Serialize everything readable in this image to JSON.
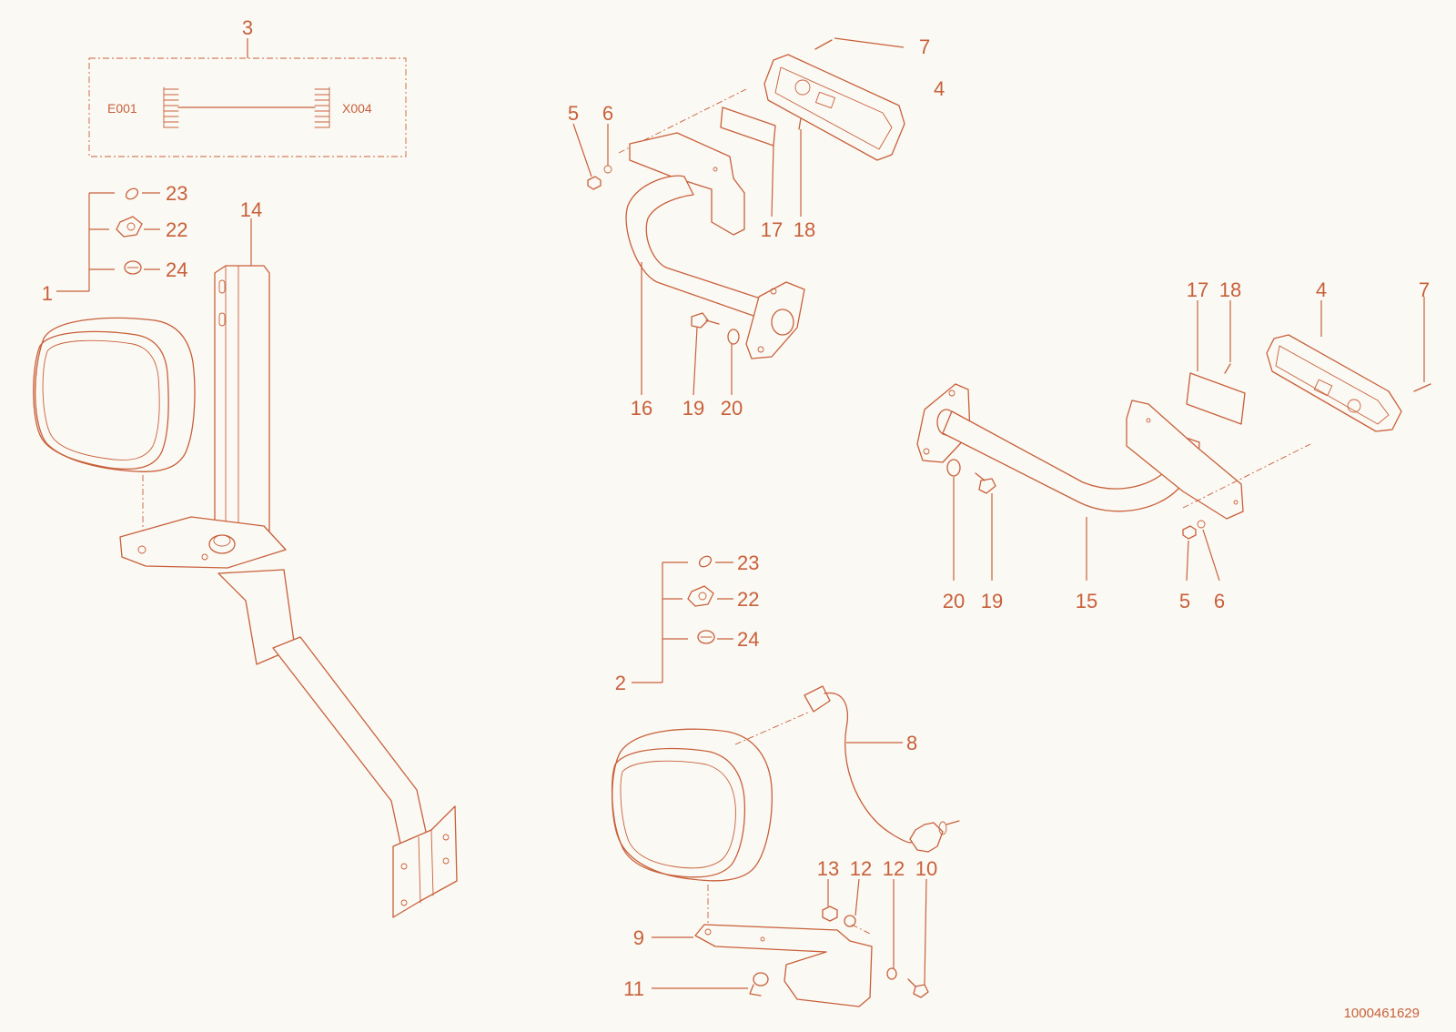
{
  "diagram": {
    "doc_id": "1000461629",
    "wiring": {
      "left_connector": "E001",
      "right_connector": "X004"
    },
    "callouts": {
      "c1": "1",
      "c2": "2",
      "c3": "3",
      "c4a": "4",
      "c4b": "4",
      "c5a": "5",
      "c5b": "5",
      "c6a": "6",
      "c6b": "6",
      "c7a": "7",
      "c7b": "7",
      "c8": "8",
      "c9": "9",
      "c10": "10",
      "c11": "11",
      "c12a": "12",
      "c12b": "12",
      "c13": "13",
      "c14": "14",
      "c15": "15",
      "c16": "16",
      "c17a": "17",
      "c17b": "17",
      "c18a": "18",
      "c18b": "18",
      "c19a": "19",
      "c19b": "19",
      "c20a": "20",
      "c20b": "20",
      "c22a": "22",
      "c22b": "22",
      "c23a": "23",
      "c23b": "23",
      "c24a": "24",
      "c24b": "24"
    },
    "colors": {
      "line": "#c8603a",
      "background": "#fbf9f4"
    }
  }
}
